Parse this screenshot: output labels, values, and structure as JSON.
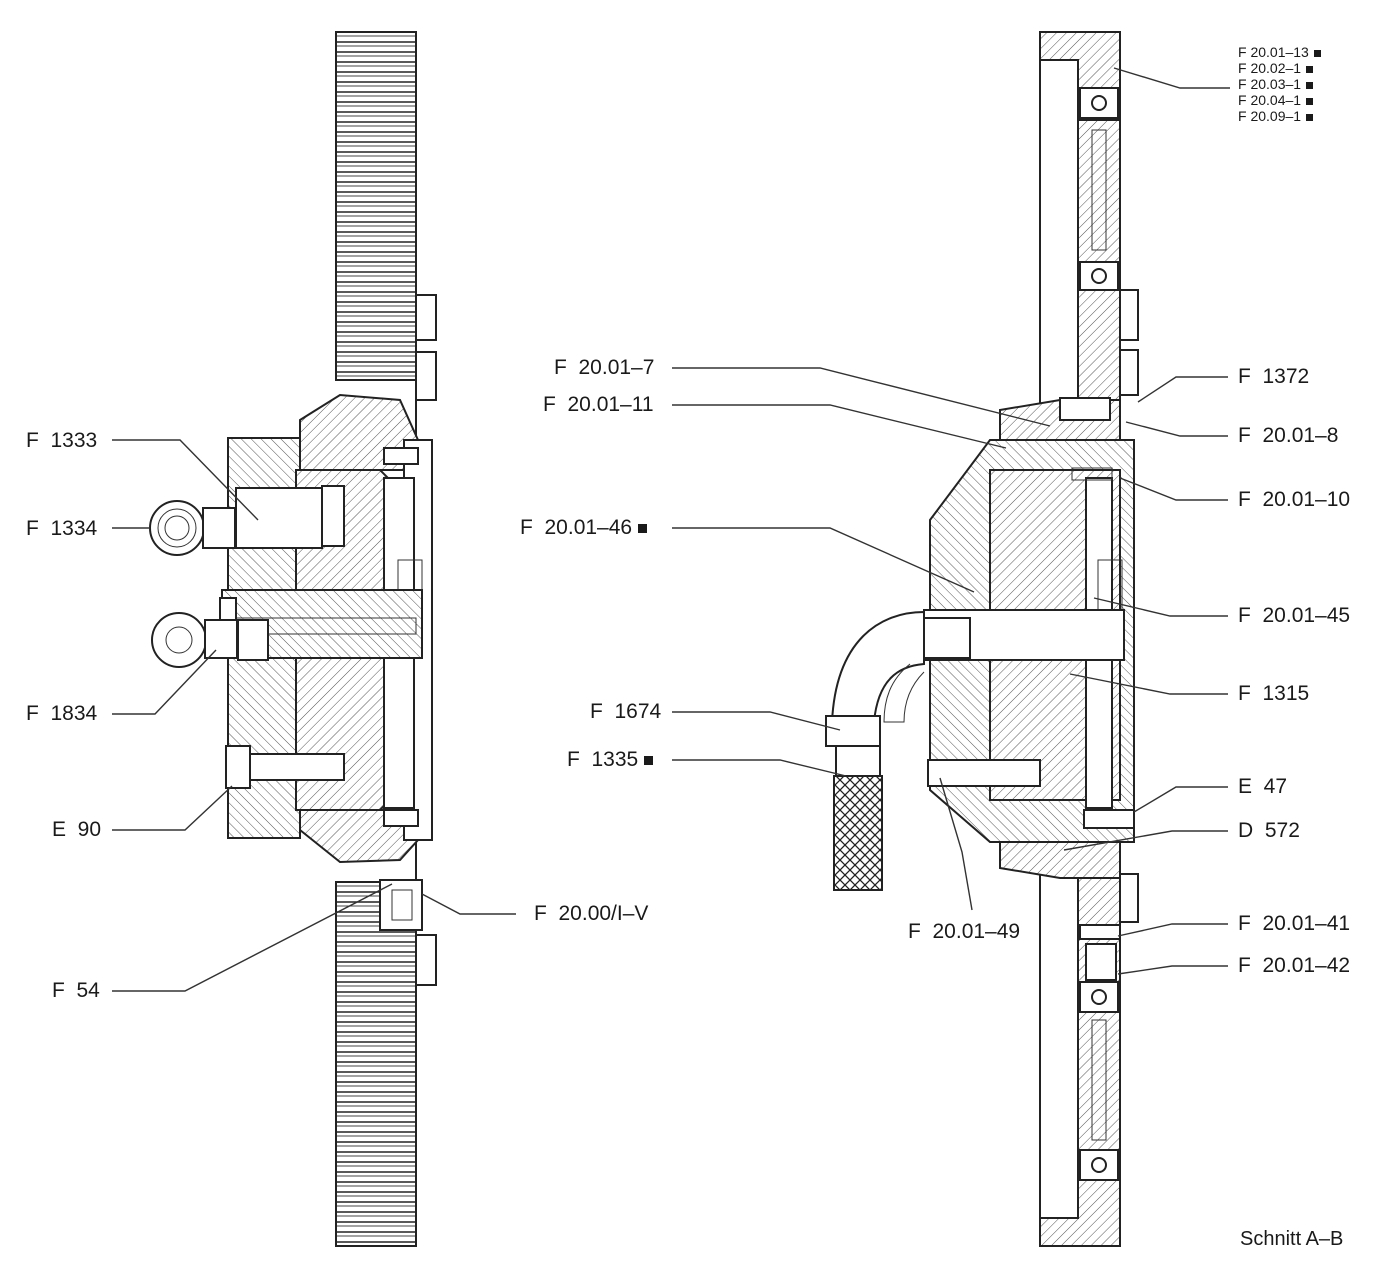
{
  "header_refs": [
    {
      "text": "F 20.01–13",
      "marked": true
    },
    {
      "text": "F 20.02–1",
      "marked": true
    },
    {
      "text": "F 20.03–1",
      "marked": true
    },
    {
      "text": "F 20.04–1",
      "marked": true
    },
    {
      "text": "F 20.09–1",
      "marked": true
    }
  ],
  "left_view": {
    "labels": [
      {
        "text": "F  1333",
        "marked": false
      },
      {
        "text": "F  1334",
        "marked": false
      },
      {
        "text": "F  1834",
        "marked": false
      },
      {
        "text": "E  90",
        "marked": false
      },
      {
        "text": "F  54",
        "marked": false
      },
      {
        "text": "F  20.00/I–V",
        "marked": false
      }
    ]
  },
  "right_view": {
    "left_labels": [
      {
        "text": "F  20.01–7",
        "marked": false
      },
      {
        "text": "F  20.01–11",
        "marked": false
      },
      {
        "text": "F  20.01–46",
        "marked": true
      },
      {
        "text": "F  1674",
        "marked": false
      },
      {
        "text": "F  1335",
        "marked": true
      },
      {
        "text": "F  20.01–49",
        "marked": false
      }
    ],
    "right_labels": [
      {
        "text": "F  1372",
        "marked": false
      },
      {
        "text": "F  20.01–8",
        "marked": false
      },
      {
        "text": "F  20.01–10",
        "marked": false
      },
      {
        "text": "F  20.01–45",
        "marked": false
      },
      {
        "text": "F  1315",
        "marked": false
      },
      {
        "text": "E  47",
        "marked": false
      },
      {
        "text": "D  572",
        "marked": false
      },
      {
        "text": "F  20.01–41",
        "marked": false
      },
      {
        "text": "F  20.01–42",
        "marked": false
      }
    ]
  },
  "caption": "Schnitt A–B",
  "colors": {
    "ink": "#1a1a1a",
    "hatch": "#555555"
  }
}
